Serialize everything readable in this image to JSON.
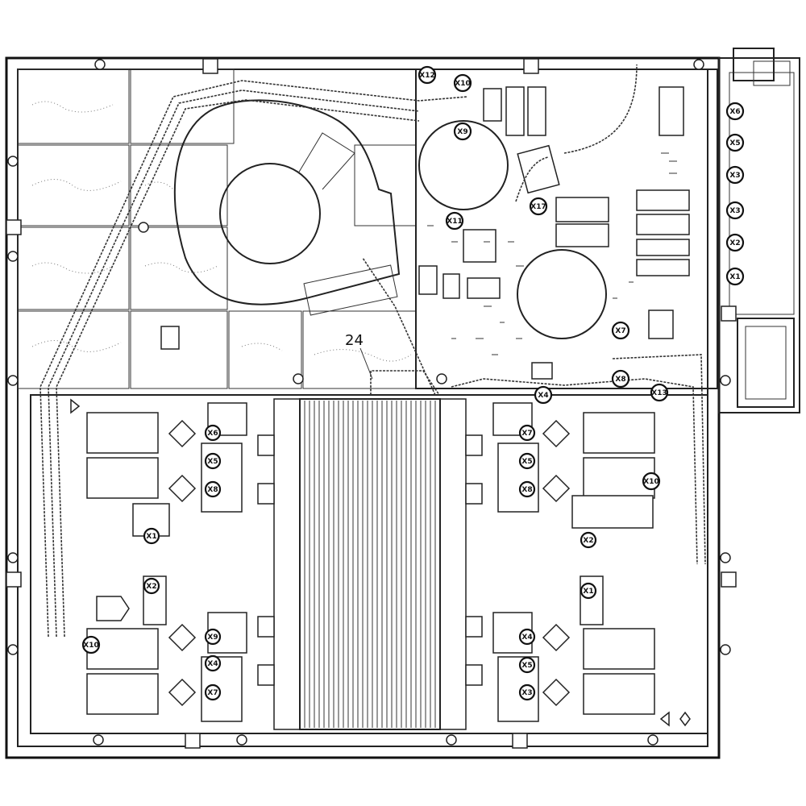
{
  "callout": {
    "label": "24"
  },
  "connectors": {
    "top_right_board": [
      "X12",
      "X10",
      "X9",
      "X17",
      "X11",
      "X7",
      "X8",
      "X13",
      "X4"
    ],
    "right_strip": [
      "X6",
      "X5",
      "X3",
      "X3",
      "X2",
      "X1"
    ],
    "left_board": [
      "X6",
      "X5",
      "X8",
      "X1",
      "X2",
      "X9",
      "X4",
      "X7",
      "X10"
    ],
    "right_board": [
      "X7",
      "X5",
      "X8",
      "X10",
      "X2",
      "X1",
      "X4",
      "X5",
      "X3"
    ]
  },
  "colors": {
    "line": "#222222",
    "background": "#ffffff"
  }
}
